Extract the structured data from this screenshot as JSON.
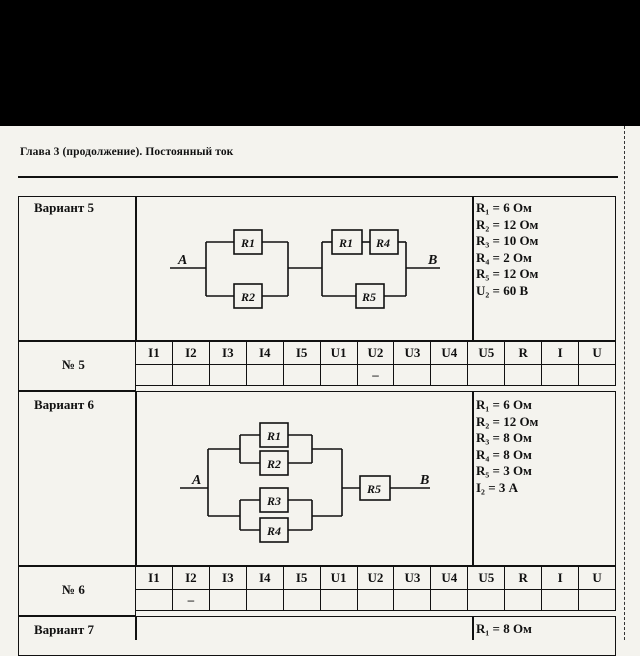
{
  "header": {
    "title": "Глава 3 (продолжение). Постоянный ток"
  },
  "headers": [
    "I1",
    "I2",
    "I3",
    "I4",
    "I5",
    "U1",
    "U2",
    "U3",
    "U4",
    "U5",
    "R",
    "I",
    "U"
  ],
  "variants": [
    {
      "label": "Вариант 5",
      "number": "№ 5",
      "params": [
        "R₁ = 6 Ом",
        "R₂ = 12 Ом",
        "R₃ = 10 Ом",
        "R₄ = 2 Ом",
        "R₅ = 12 Ом",
        "U₂ = 60 В"
      ],
      "circuit": {
        "node_a": "A",
        "node_b": "B",
        "resistors": [
          "R1",
          "R2",
          "R1",
          "R4",
          "R5"
        ]
      },
      "given_mark": {
        "column": "U2",
        "symbol": "–"
      }
    },
    {
      "label": "Вариант 6",
      "number": "№ 6",
      "params": [
        "R₁ = 6 Ом",
        "R₂ = 12 Ом",
        "R₃ = 8 Ом",
        "R₄ = 8 Ом",
        "R₅ = 3 Ом",
        "I₂ = 3 А"
      ],
      "circuit": {
        "node_a": "A",
        "node_b": "B",
        "resistors": [
          "R1",
          "R2",
          "R3",
          "R4",
          "R5"
        ]
      },
      "given_mark": {
        "column": "I2",
        "symbol": "–"
      }
    },
    {
      "label": "Вариант 7",
      "params": [
        "R₁ = 8 Ом"
      ]
    }
  ]
}
